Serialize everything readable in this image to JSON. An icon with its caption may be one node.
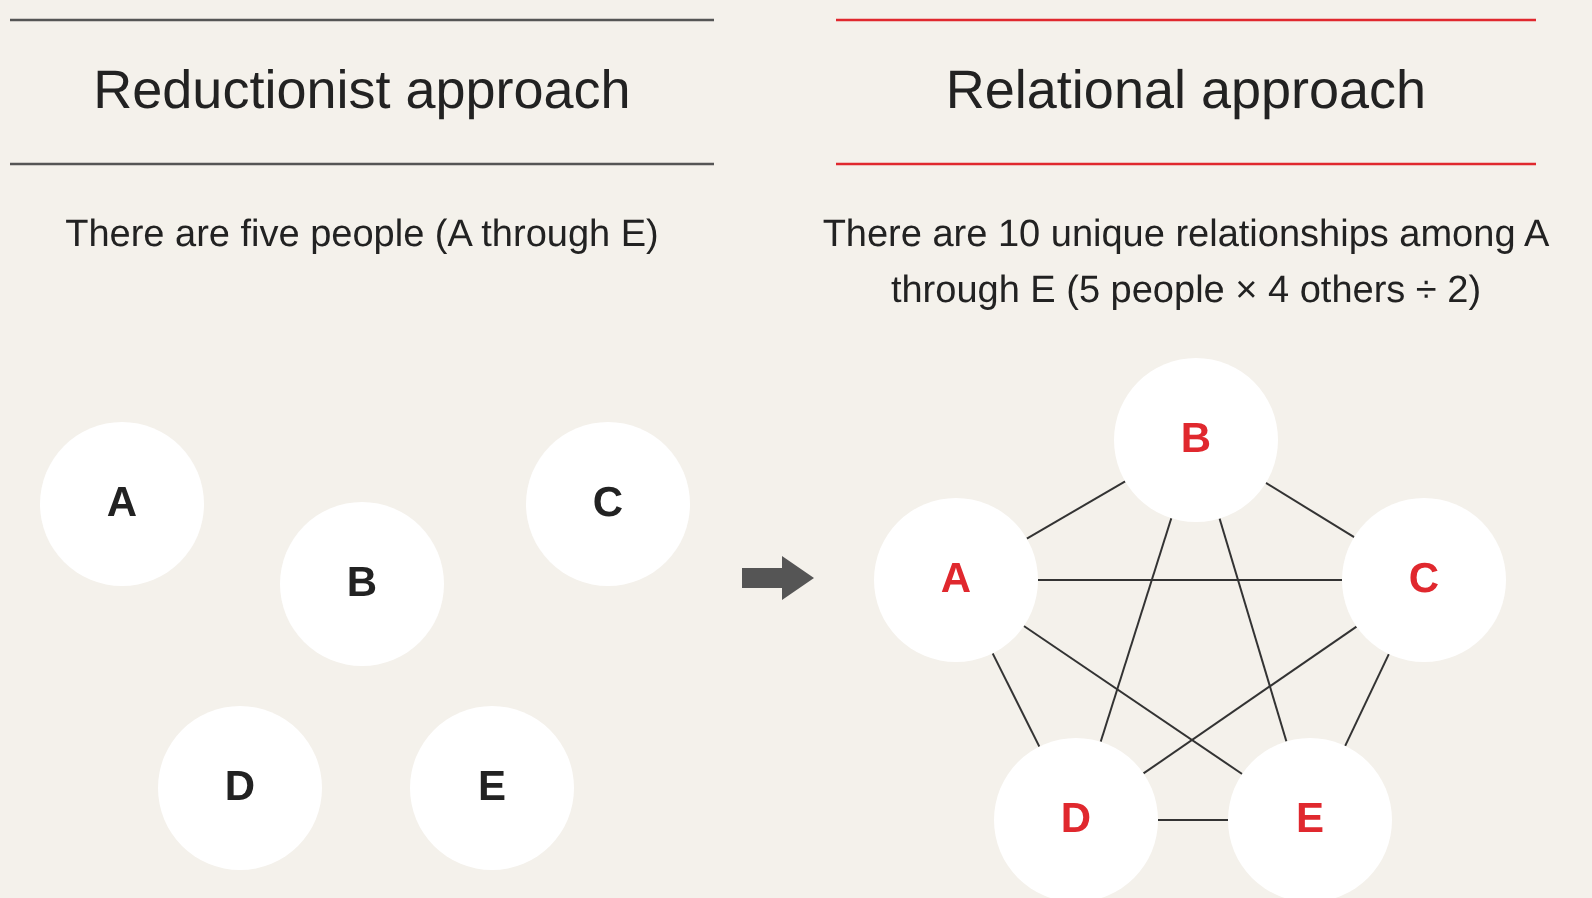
{
  "diagram": {
    "nodes": [
      {
        "text": [
          "A"
        ]
      },
      {
        "text": [
          "B"
        ]
      },
      {
        "text": [
          "C"
        ]
      },
      {
        "text": [
          "D"
        ]
      },
      {
        "text": [
          "E"
        ]
      },
      {
        "text": [
          "B"
        ]
      },
      {
        "text": [
          "A"
        ]
      },
      {
        "text": [
          "C"
        ]
      },
      {
        "text": [
          "D"
        ]
      },
      {
        "text": [
          "E"
        ]
      }
    ],
    "edges": [
      {
        "from": 6,
        "to": 5,
        "arrow": "none"
      },
      {
        "from": 6,
        "to": 7,
        "arrow": "none"
      },
      {
        "from": 6,
        "to": 8,
        "arrow": "none"
      },
      {
        "from": 6,
        "to": 9,
        "arrow": "none"
      },
      {
        "from": 5,
        "to": 7,
        "arrow": "none"
      },
      {
        "from": 5,
        "to": 8,
        "arrow": "none"
      },
      {
        "from": 5,
        "to": 9,
        "arrow": "none"
      },
      {
        "from": 7,
        "to": 8,
        "arrow": "none"
      },
      {
        "from": 7,
        "to": 9,
        "arrow": "none"
      },
      {
        "from": 8,
        "to": 9,
        "arrow": "none"
      },
      {
        "from": 2,
        "to": 6,
        "arrow": "to",
        "style": "thick",
        "color": "#555555"
      }
    ],
    "labels": [
      "Reductionist approach",
      "Relational approach",
      "There are five people (A through E)",
      "There are 10 unique relationships among A through E (5 people × 4 others ÷ 2)"
    ]
  }
}
